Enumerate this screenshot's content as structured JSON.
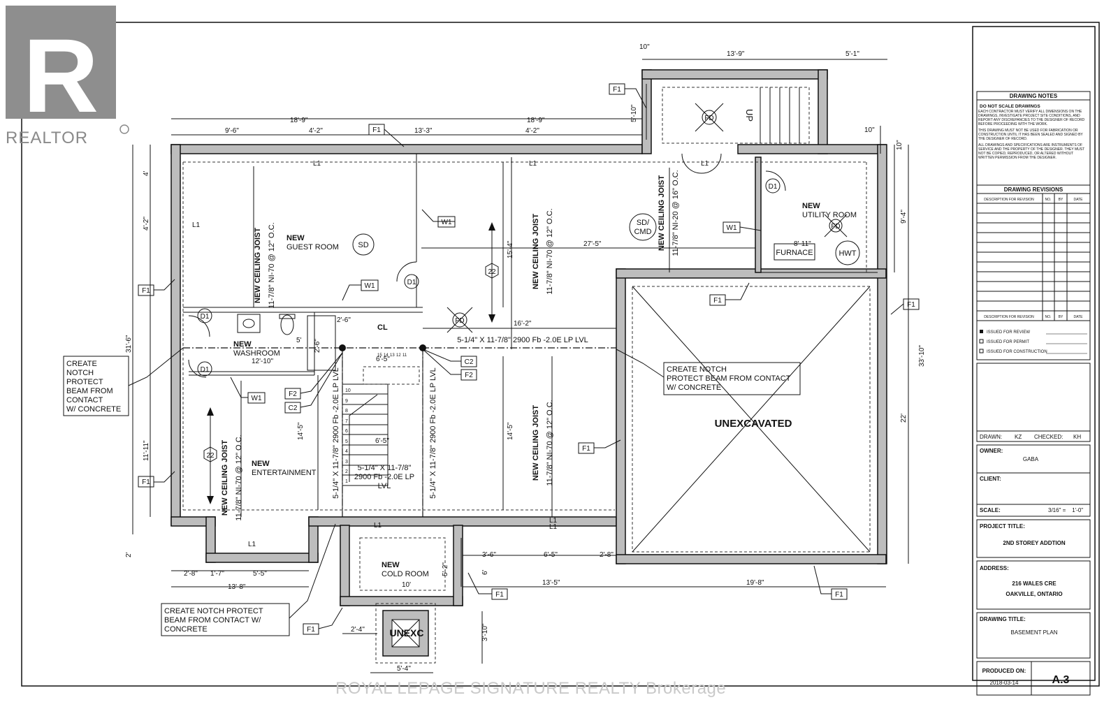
{
  "logo": {
    "text": "REALTOR",
    "mark": "R"
  },
  "watermark": "ROYAL LEPAGE SIGNATURE REALTY Brokerage",
  "rooms": {
    "guest_room_new": "NEW",
    "guest_room": "GUEST ROOM",
    "washroom_new": "NEW",
    "washroom": "WASHROOM",
    "entertainment_new": "NEW",
    "entertainment": "ENTERTAINMENT",
    "utility_new": "NEW",
    "utility_room": "UTILITY ROOM",
    "cold_room_new": "NEW",
    "cold_room": "COLD ROOM",
    "unexcavated": "UNEXCAVATED",
    "unexc": "UNEXC",
    "furnace": "FURNACE",
    "hwt": "HWT",
    "cl": "CL",
    "up": "UP"
  },
  "symbols": {
    "sd": "SD",
    "sd_cmd_1": "SD/",
    "sd_cmd_2": "CMD",
    "fd": "FD",
    "d1": "D1",
    "w1": "W1",
    "f1": "F1",
    "f2": "F2",
    "c2": "C2",
    "l1": "L1",
    "n22": "22"
  },
  "joists": {
    "title": "NEW CEILING JOIST",
    "spec_12": "11-7/8\" NI-70 @ 12\" O.C.",
    "spec_16": "11-7/8\" NI-20 @ 16\" O.C."
  },
  "beams": {
    "main": "5-1/4\" X 11-7/8\" 2900 Fb -2.0E LP LVL",
    "vertical": "5-1/4\" X 11-7/8\" 2900 Fb -2.0E LP LVL",
    "stair_1": "5-1/4\" X 11-7/8\"",
    "stair_2": "2900 Fb -2.0E LP",
    "stair_3": "LVL"
  },
  "notes": {
    "left_lines": [
      "CREATE",
      "NOTCH",
      "PROTECT",
      "BEAM FROM",
      "CONTACT",
      "W/ CONCRETE"
    ],
    "center_lines": [
      "CREATE NOTCH",
      "PROTECT BEAM FROM CONTACT",
      "W/ CONCRETE"
    ],
    "bottom_lines": [
      "CREATE NOTCH PROTECT",
      "BEAM FROM CONTACT W/",
      "CONCRETE"
    ]
  },
  "dimensions": {
    "top_10": "10\"",
    "top_13_9": "13'-9\"",
    "top_5_1": "5'-1\"",
    "top_18_9a": "18'-9\"",
    "top_18_9b": "18'-9\"",
    "top_9_6": "9'-6\"",
    "top_4_2a": "4'-2\"",
    "top_13_3": "13'-3\"",
    "top_4_2b": "4'-2\"",
    "right_10": "10\"",
    "right_10b": "10\"",
    "d_5_10": "5'-10\"",
    "left_4": "4'",
    "left_4_2": "4'-2\"",
    "left_31_6": "31'-6\"",
    "left_11_11": "11'-11\"",
    "left_2": "2'",
    "right_9_4": "9'-4\"",
    "right_33_10": "33'-10\"",
    "right_22": "22'",
    "mid_27_5": "27'-5\"",
    "mid_8_11": "8'-11\"",
    "mid_15_4": "15'-4\"",
    "mid_16_2": "16'-2\"",
    "mid_14_5a": "14'-5\"",
    "mid_14_5b": "14'-5\"",
    "mid_12_10": "12'-10\"",
    "mid_5": "5'",
    "mid_2_6a": "2'-6\"",
    "mid_2_6b": "2'-6\"",
    "mid_6_5a": "6'-5\"",
    "mid_6_5b": "6'-5\"",
    "bot_2_8a": "2'-8\"",
    "bot_1_7": "1'-7\"",
    "bot_5_5": "5'-5\"",
    "bot_13_8": "13'-8\"",
    "bot_3_6": "3'-6\"",
    "bot_6_5": "6'-5\"",
    "bot_2_8b": "2'-8\"",
    "bot_13_5": "13'-5\"",
    "bot_19_8": "19'-8\"",
    "bot_5_2": "5'-2\"",
    "bot_6": "6'",
    "bot_10": "10'",
    "bot_2_4": "2'-4\"",
    "bot_3_10": "3'-10\"",
    "bot_5_4": "5'-4\""
  },
  "stair_numbers": [
    "10",
    "9",
    "8",
    "7",
    "6",
    "5",
    "4",
    "3",
    "2",
    "1"
  ],
  "stair_top_numbers": [
    "15",
    "14",
    "13",
    "12",
    "11"
  ],
  "title_block": {
    "notes_title": "DRAWING NOTES",
    "notes_sub": "DO NOT SCALE DRAWINGS",
    "notes_p1": "EACH CONTRACTOR MUST VERIFY ALL DIMENSIONS ON THE DRAWINGS, INVESTIGATE PROJECT SITE CONDITIONS, AND REPORT ANY DISCREPANCIES TO THE DESIGNER OF RECORD BEFORE PROCEEDING WITH THE WORK.",
    "notes_p2": "THIS DRAWING MUST NOT BE USED FOR FABRICATION OR CONSTRUCTION UNTIL IT HAS BEEN SEALED AND SIGNED BY THE DESIGNER OF RECORD.",
    "notes_p3": "ALL DRAWINGS AND SPECIFICATIONS ARE INSTRUMENTS OF SERVICE AND THE PROPERTY OF THE DESIGNER. THEY MUST NOT BE COPIED, REPRODUCED, OR ALTERED WITHOUT WRITTEN PERMISSION FROM THE DESIGNER.",
    "revisions_title": "DRAWING REVISIONS",
    "col_desc": "DESCRIPTION FOR REVISION",
    "col_no": "NO.",
    "col_by": "BY",
    "col_date": "DATE",
    "issued_review": "ISSUED FOR REVIEW",
    "issued_permit": "ISSUED FOR PERMIT",
    "issued_construction": "ISSUED FOR CONSTRUCTION",
    "drawn_label": "DRAWN:",
    "drawn_value": "KZ",
    "checked_label": "CHECKED:",
    "checked_value": "KH",
    "owner_label": "OWNER:",
    "owner_value": "GABA",
    "client_label": "CLIENT:",
    "scale_label": "SCALE:",
    "scale_value": "3/16\" =    1'-0\"",
    "project_label": "PROJECT TITLE:",
    "project_value": "2ND STOREY ADDTION",
    "address_label": "ADDRESS:",
    "address_1": "216 WALES CRE",
    "address_2": "OAKVILLE, ONTARIO",
    "drawing_title_label": "DRAWING TITLE:",
    "drawing_title_value": "BASEMENT PLAN",
    "produced_label": "PRODUCED ON:",
    "produced_value": "2018-03-14",
    "sheet": "A.3"
  }
}
